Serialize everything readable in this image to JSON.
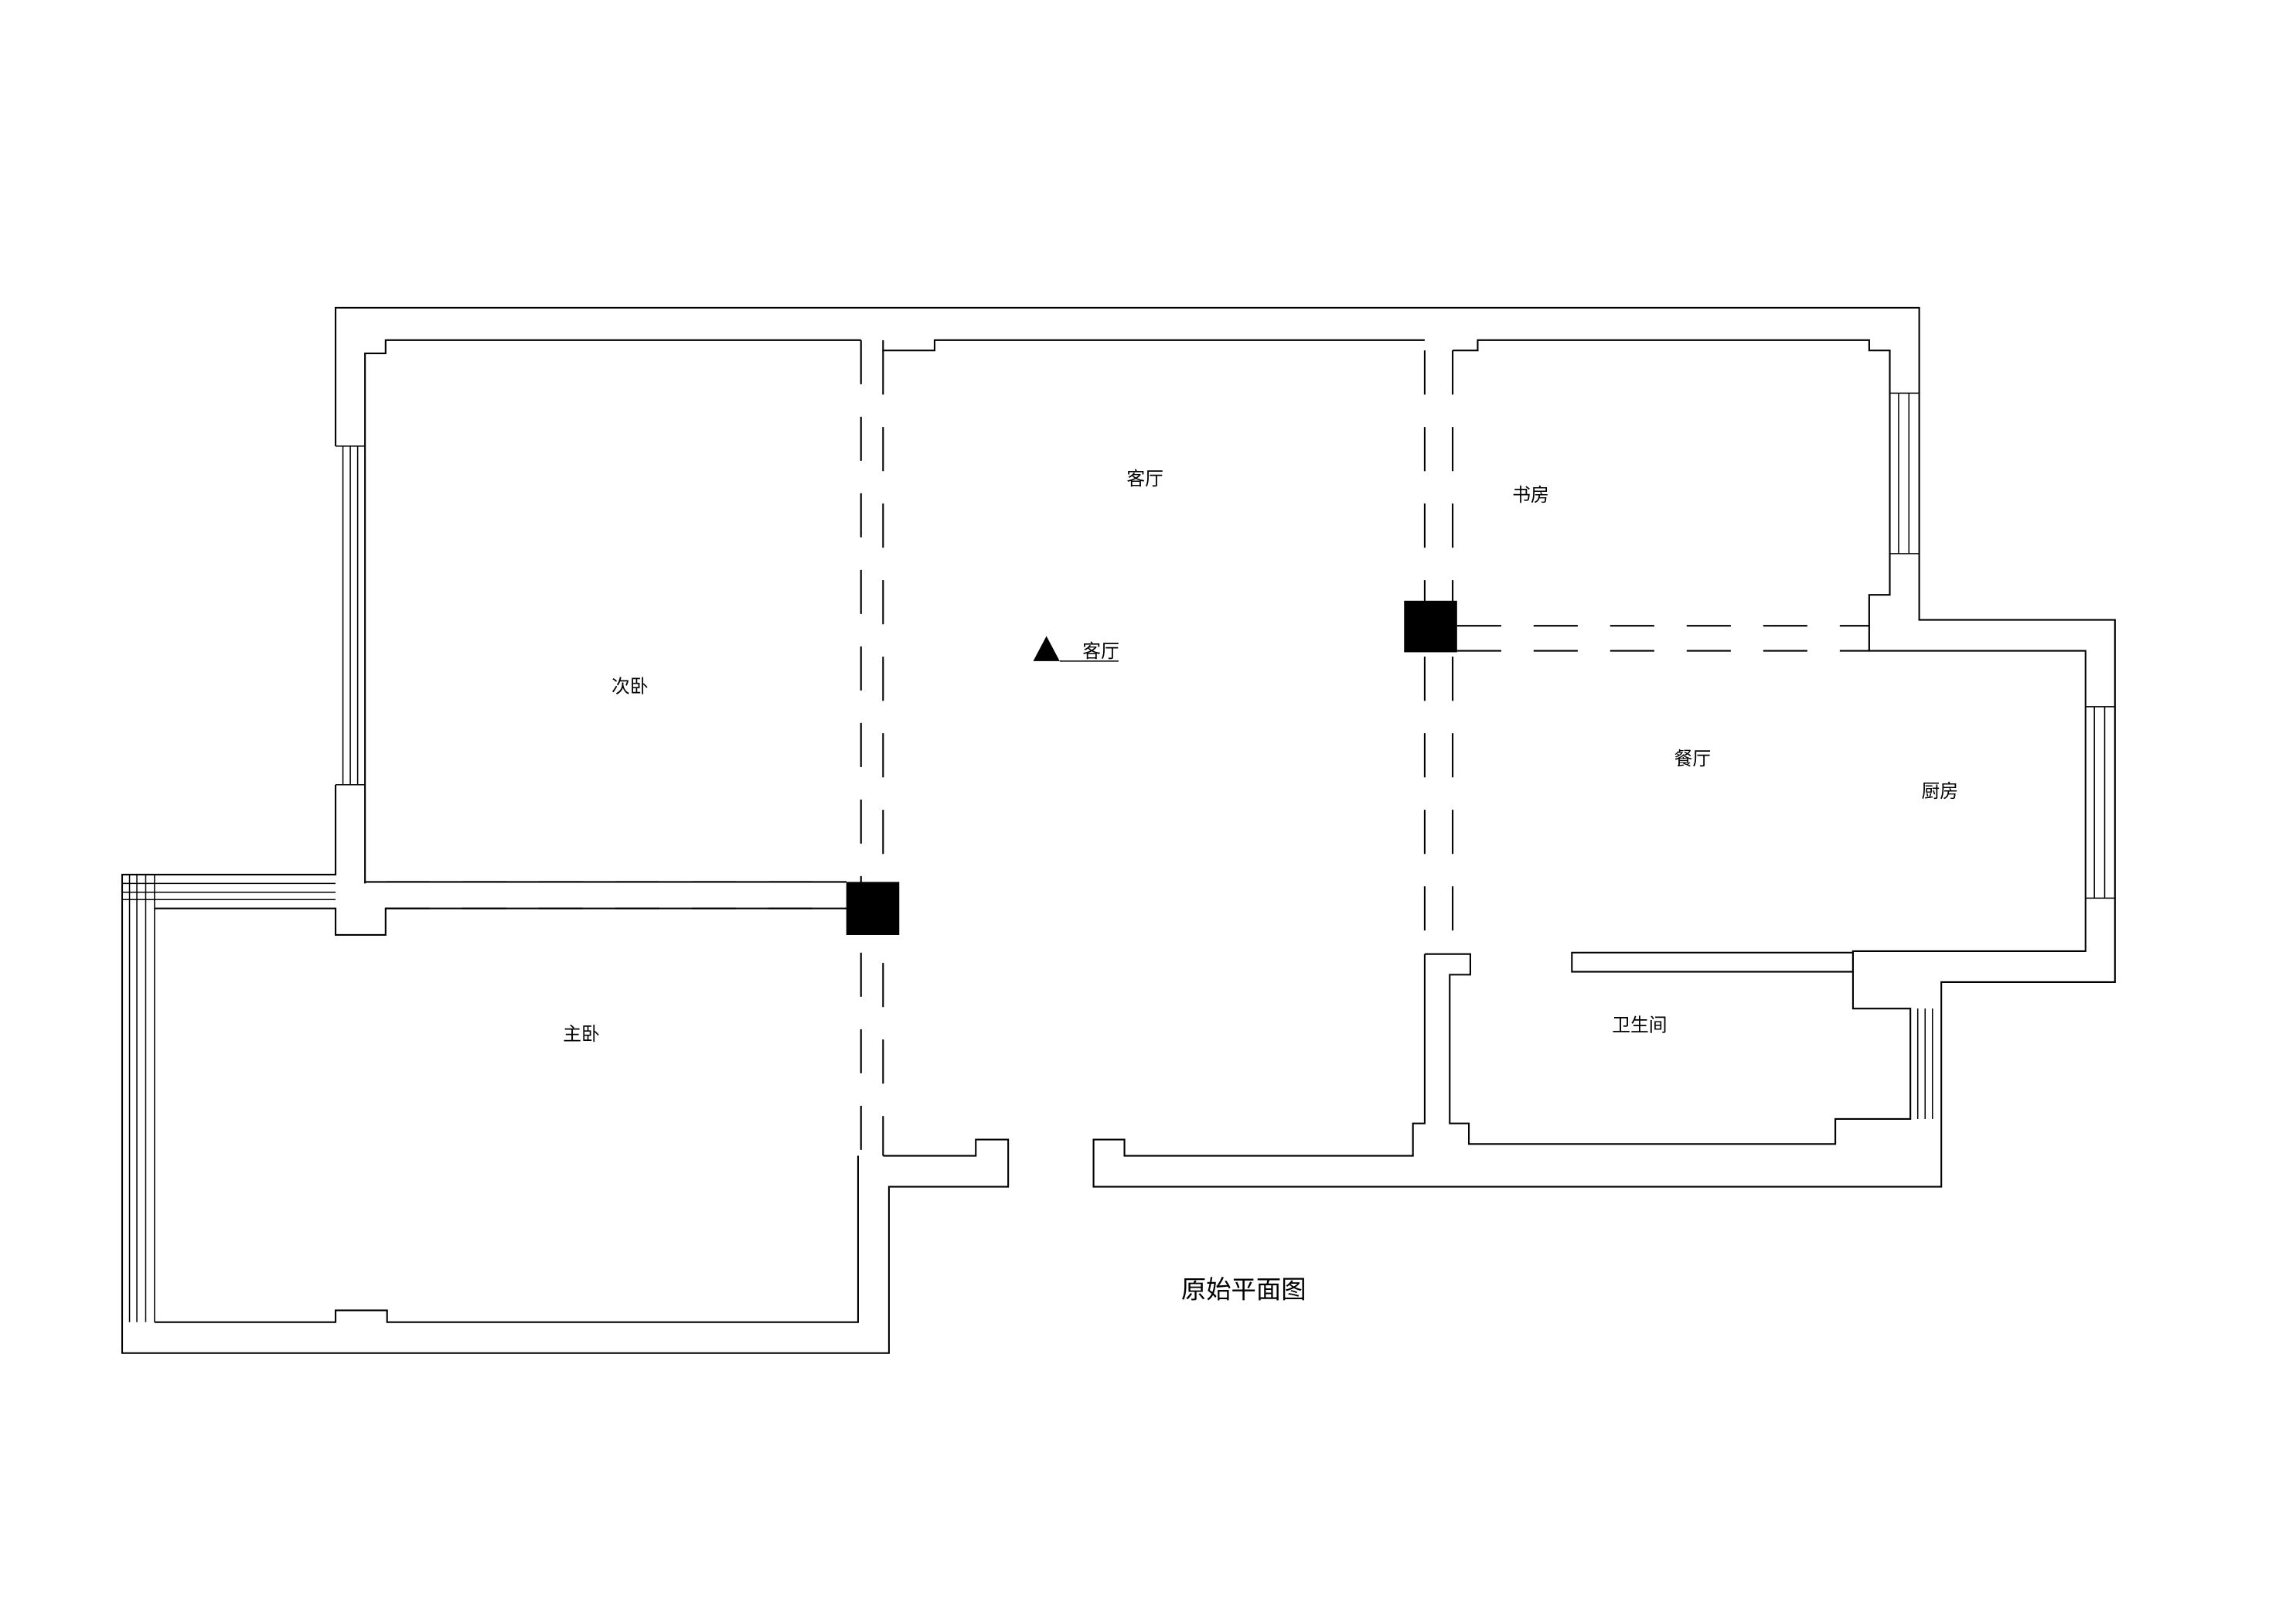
{
  "title": "原始平面图",
  "rooms": {
    "living_room": "客厅",
    "living_room_marker": "客厅",
    "study": "书房",
    "second_bedroom": "次卧",
    "dining_room": "餐厅",
    "kitchen": "厨房",
    "master_bedroom": "主卧",
    "bathroom": "卫生间"
  },
  "colors": {
    "line": "#000000",
    "background": "#ffffff"
  }
}
